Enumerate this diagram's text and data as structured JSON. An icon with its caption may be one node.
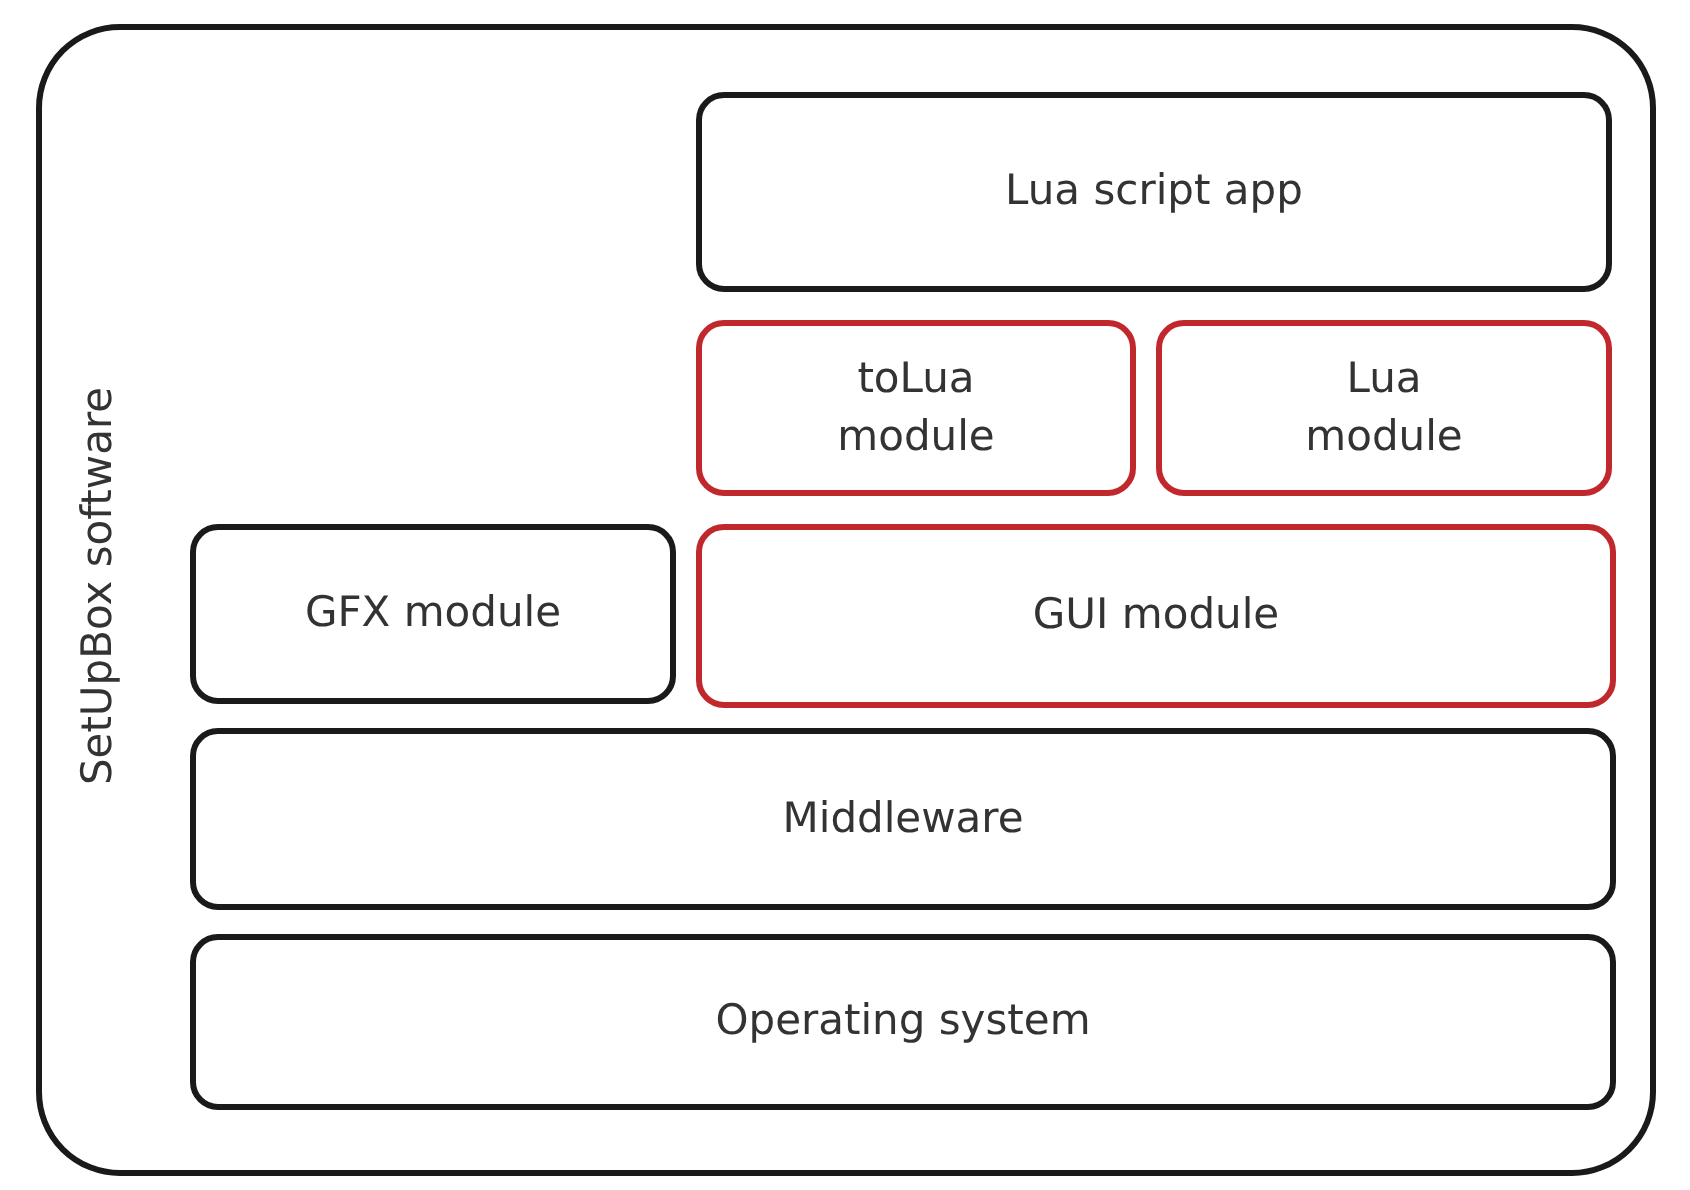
{
  "diagram": {
    "nodes": [
      {
        "text": [
          "SetUpBox software"
        ]
      },
      {
        "text": [
          "Lua script app"
        ],
        "in": 0
      },
      {
        "text": [
          "toLua module"
        ],
        "in": 0
      },
      {
        "text": [
          "Lua module"
        ],
        "in": 0
      },
      {
        "text": [
          "GFX module"
        ],
        "in": 0
      },
      {
        "text": [
          "GUI module"
        ],
        "in": 0
      },
      {
        "text": [
          "Middleware"
        ],
        "in": 0
      },
      {
        "text": [
          "Operating system"
        ],
        "in": 0
      }
    ]
  }
}
